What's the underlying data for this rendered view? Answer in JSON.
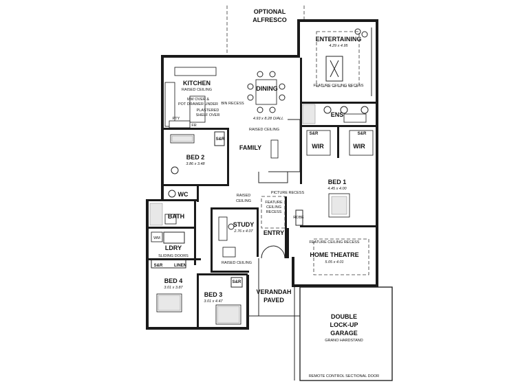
{
  "labels": {
    "optional_alfresco_1": "OPTIONAL",
    "optional_alfresco_2": "ALFRESCO",
    "entertaining": "ENTERTAINING",
    "entertaining_dim": "4.29 x 4.95",
    "feature_ceiling_recess_1": "FEATURE CEILING RECESS",
    "kitchen": "KITCHEN",
    "raised_ceiling_kitchen": "RAISED CEILING",
    "dining": "DINING",
    "mw_over_1": "MW OVER &",
    "mw_over_2": "POT DRAWER UNDER",
    "bin_recess": "BIN RECESS",
    "plastered_1": "PLASTERED",
    "plastered_2": "SHELF OVER",
    "pty": "PTY",
    "fr": "FR",
    "ens": "ENS",
    "family_dim": "4.93 x 8.28 O/ALL",
    "raised_ceiling_family": "RAISED CEILING",
    "family": "FAMILY",
    "bed2": "BED 2",
    "bed2_dim": "3.86 x 3.48",
    "snr_bed2": "S&R",
    "snr_bed1_left": "S&R",
    "snr_bed1_right": "S&R",
    "wir_left": "WIR",
    "wir_right": "WIR",
    "bed1": "BED 1",
    "bed1_dim": "4.45 x 4.00",
    "wc": "WC",
    "picture_recess": "PICTURE RECESS",
    "raised_1": "RAISED",
    "raised_2": "CEILING",
    "feature_ceiling_1": "FEATURE",
    "feature_ceiling_2": "CEILING",
    "feature_ceiling_3": "RECESS",
    "bath": "BATH",
    "study": "STUDY",
    "study_dim": "2.76 x 4.07",
    "entry": "ENTRY",
    "robe": "ROBE",
    "feature_ceiling_recess_2": "FEATURE CEILING RECESS",
    "home_theatre": "HOME THEATRE",
    "home_theatre_dim": "5.05 x 4.01",
    "wm": "WM",
    "ldry": "LDRY",
    "sliding_doors": "SLIDING DOORS",
    "snr_ldry": "S&R",
    "linen": "LINEN",
    "raised_ceiling_study": "RAISED CEILING",
    "bed4": "BED 4",
    "bed4_dim": "3.01 x 3.87",
    "bed3": "BED 3",
    "bed3_dim": "3.01 x 4.47",
    "snr_bed3": "S&R",
    "verandah": "VERANDAH",
    "paved": "PAVED",
    "garage_1": "DOUBLE",
    "garage_2": "LOCK-UP",
    "garage_3": "GARAGE",
    "garage_4": "GRANO HARDSTAND",
    "remote_door": "REMOTE CONTROL SECTIONAL DOOR"
  },
  "colors": {
    "wall": "#1a1a1a",
    "background": "#ffffff",
    "tile": "#e8e8e8"
  }
}
